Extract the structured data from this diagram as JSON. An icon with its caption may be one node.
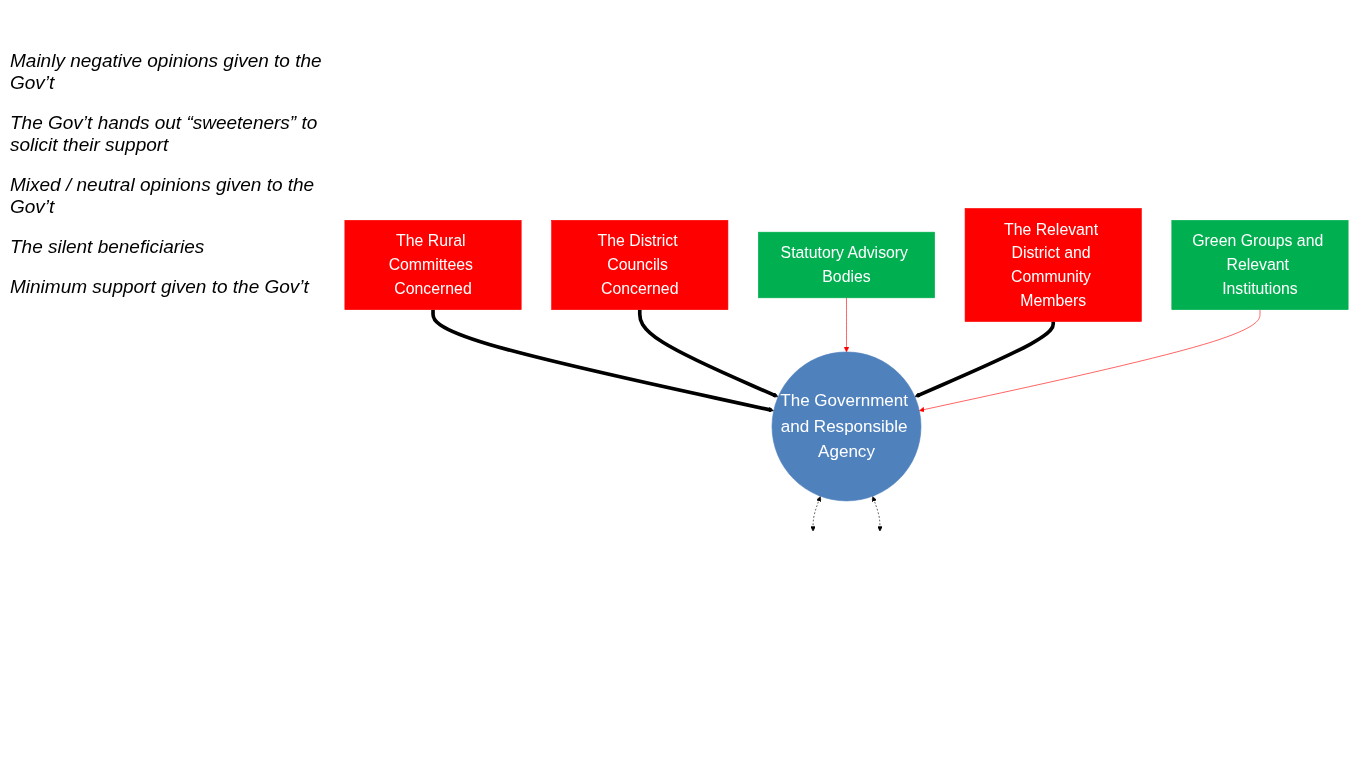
{
  "diagram": {
    "nodes": [
      {
        "text": [
          "The Rural Committees Concerned"
        ]
      },
      {
        "text": [
          "The District Councils Concerned"
        ]
      },
      {
        "text": [
          "Statutory Advisory Bodies"
        ]
      },
      {
        "text": [
          "The Relevant District and Community Members"
        ]
      },
      {
        "text": [
          "The Government and Responsible Agency"
        ]
      },
      {
        "text": [
          "Green Groups and Relevant Institutions"
        ]
      }
    ],
    "edges": [
      {
        "from": 0,
        "to": 4,
        "arrow": "to",
        "style": "thick"
      },
      {
        "from": 1,
        "to": 4,
        "arrow": "to",
        "style": "thick"
      },
      {
        "from": 2,
        "to": 4,
        "arrow": "to",
        "color": "#ff0000"
      },
      {
        "from": 3,
        "to": 4,
        "arrow": "to",
        "style": "thick"
      },
      {
        "from": 5,
        "to": 4,
        "arrow": "to",
        "color": "#ff0000"
      },
      {
        "from": null,
        "to": 4,
        "arrow": "both",
        "style": "dashed"
      },
      {
        "from": null,
        "to": 4,
        "arrow": "both",
        "style": "dashed"
      }
    ],
    "labels": [
      "Mainly negative opinions given to the Gov’t",
      "The Gov’t hands out “sweeteners” to solicit their support",
      "Mixed / neutral opinions given to the Gov’t",
      "The silent beneficiaries",
      "Minimum support given to the Gov’t"
    ]
  }
}
